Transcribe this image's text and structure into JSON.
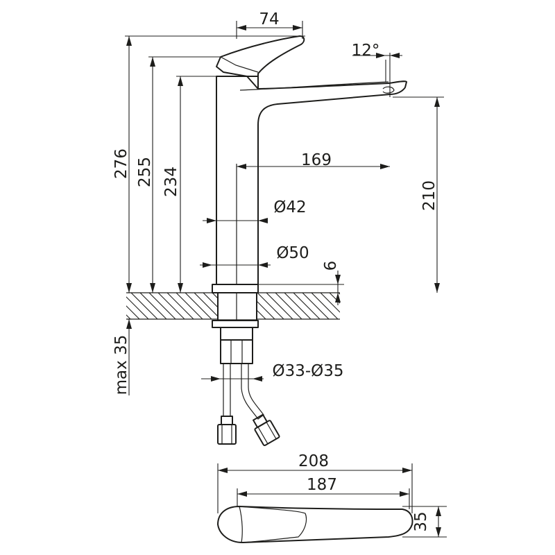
{
  "dimensions": {
    "handle_width": "74",
    "spout_angle": "12°",
    "total_height": "276",
    "height_255": "255",
    "height_234": "234",
    "spout_reach": "169",
    "spout_height": "210",
    "body_diameter": "Ø42",
    "base_diameter": "Ø50",
    "base_thickness": "6",
    "max_countertop": "max 35",
    "thread_diameter": "Ø33-Ø35",
    "top_total_length": "208",
    "top_length": "187",
    "top_width": "35"
  }
}
